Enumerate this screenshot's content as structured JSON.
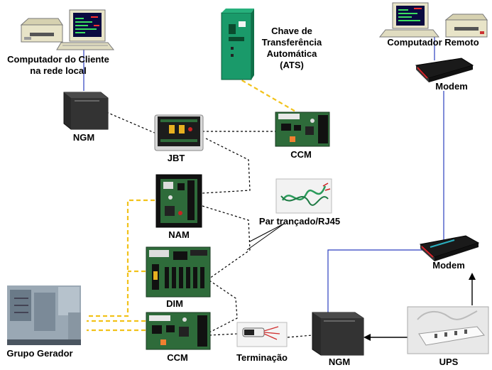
{
  "labels": {
    "client_pc_line1": "Computador do Cliente",
    "client_pc_line2": "na rede local",
    "ats_line1": "Chave de",
    "ats_line2": "Transferência",
    "ats_line3": "Automática",
    "ats_line4": "(ATS)",
    "remote_pc": "Computador Remoto",
    "modem_top": "Modem",
    "ngm_top": "NGM",
    "jbt": "JBT",
    "ccm_top": "CCM",
    "nam": "NAM",
    "twisted_pair": "Par trançado/RJ45",
    "dim": "DIM",
    "modem_bottom": "Modem",
    "generator": "Grupo Gerador",
    "ccm_bottom": "CCM",
    "termination": "Terminação",
    "ngm_bottom": "NGM",
    "ups": "UPS"
  },
  "colors": {
    "network_dashed": "#000000",
    "generator_dashed": "#f2c21a",
    "modem_line": "#2b3fbf",
    "pcb_green": "#2e6b3a",
    "device_dark": "#2a2a2a",
    "ats_cabinet": "#1a9a6a",
    "monitor_screen": "#0a0a40",
    "beige": "#e8e4c8",
    "modem_accent": "#d8232a"
  }
}
